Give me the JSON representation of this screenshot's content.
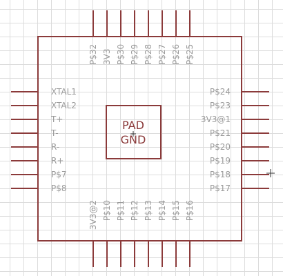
{
  "component": {
    "pad": {
      "line1": "PAD",
      "line2": "GND"
    },
    "pins_top": [
      "P$32",
      "3V3",
      "P$30",
      "P$29",
      "P$28",
      "P$27",
      "P$26",
      "P$25"
    ],
    "pins_left": [
      "XTAL1",
      "XTAL2",
      "T+",
      "T-",
      "R-",
      "R+",
      "P$7",
      "P$8"
    ],
    "pins_right": [
      "P$24",
      "P$23",
      "3V3@1",
      "P$21",
      "P$20",
      "P$19",
      "P$18",
      "P$17"
    ],
    "pins_bottom": [
      "3V3@2",
      "P$10",
      "P$11",
      "P$12",
      "P$13",
      "P$14",
      "P$15",
      "P$16"
    ]
  },
  "colors": {
    "outline": "#8b3a3a",
    "pin_label": "#9a9a9a",
    "grid": "#dcdcdc"
  }
}
